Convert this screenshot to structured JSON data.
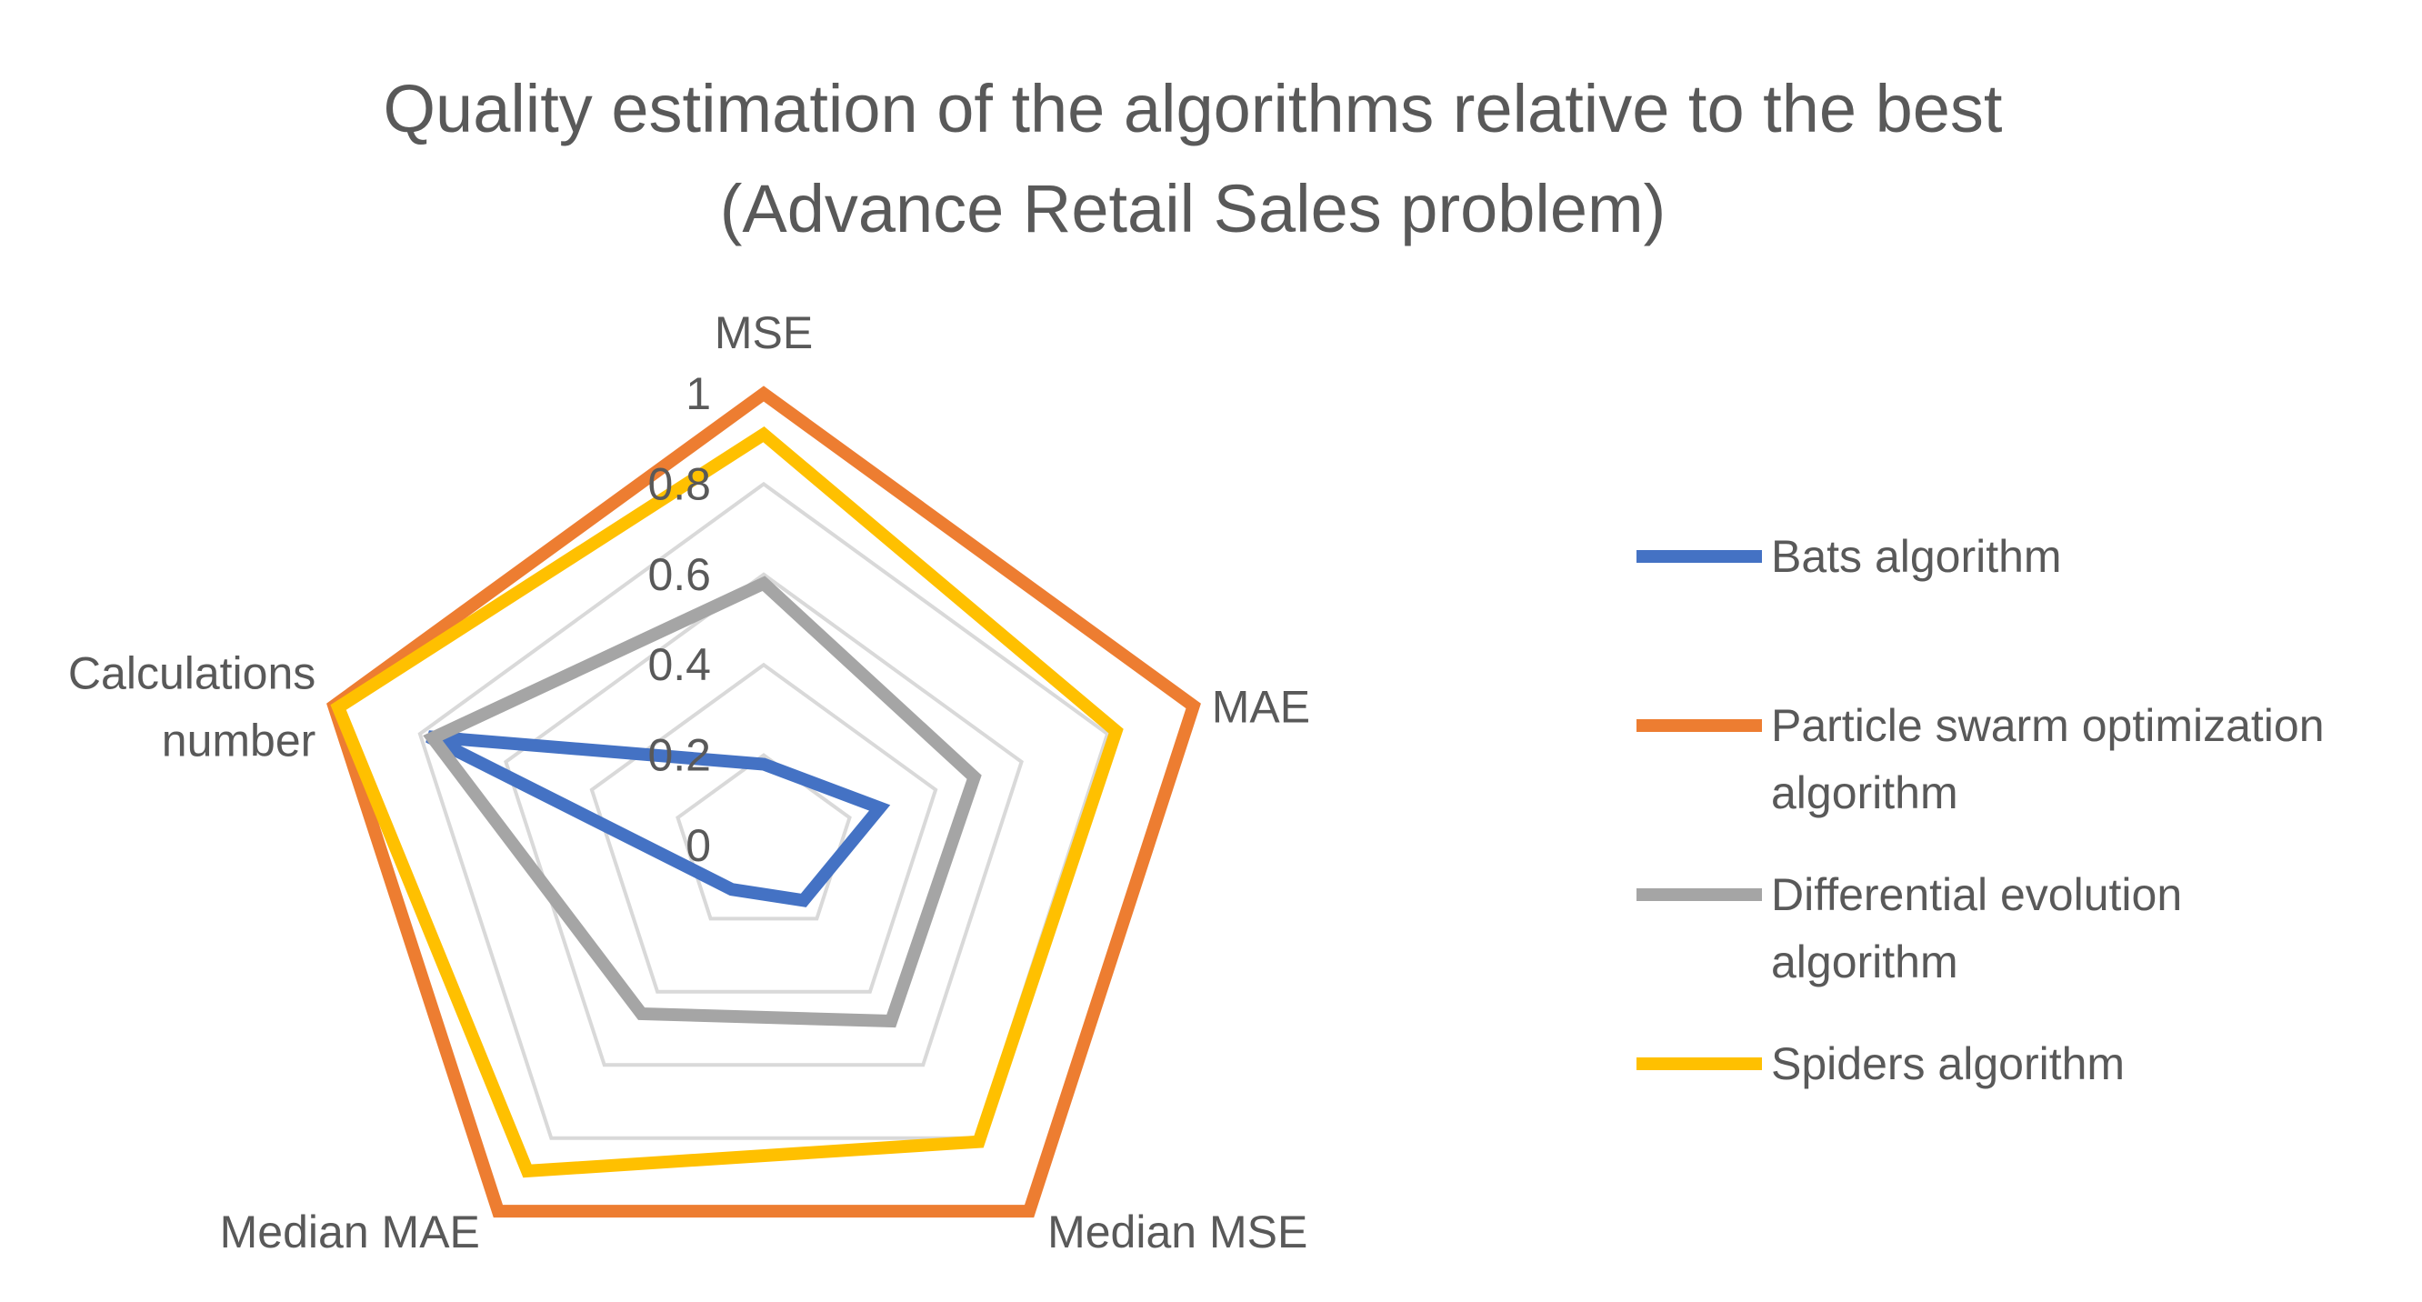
{
  "chart_data": {
    "type": "radar",
    "title_lines": [
      "Quality estimation of the algorithms relative to the best",
      "(Advance Retail Sales problem)"
    ],
    "axes": [
      "MSE",
      "MAE",
      "Median MSE",
      "Median MAE",
      "Calculations number"
    ],
    "axis_label_lines": [
      [
        "MSE"
      ],
      [
        "MAE"
      ],
      [
        "Median MSE"
      ],
      [
        "Median MAE"
      ],
      [
        "Calculations",
        "number"
      ]
    ],
    "rlim": [
      0,
      1
    ],
    "r_ticks": [
      "0",
      "0.2",
      "0.4",
      "0.6",
      "0.8",
      "1"
    ],
    "grid": true,
    "legend_position": "right",
    "series": [
      {
        "name": "Bats algorithm",
        "name_lines": [
          "Bats algorithm"
        ],
        "color": "#4472C4",
        "values": [
          0.18,
          0.27,
          0.15,
          0.12,
          0.78
        ]
      },
      {
        "name": "Particle swarm optimization algorithm",
        "name_lines": [
          "Particle swarm optimization",
          "algorithm"
        ],
        "color": "#ED7D31",
        "values": [
          1.0,
          1.0,
          1.0,
          1.0,
          1.0
        ]
      },
      {
        "name": "Differential evolution algorithm",
        "name_lines": [
          "Differential evolution",
          "algorithm"
        ],
        "color": "#A5A5A5",
        "values": [
          0.58,
          0.49,
          0.48,
          0.46,
          0.77
        ]
      },
      {
        "name": "Spiders algorithm",
        "name_lines": [
          "Spiders algorithm"
        ],
        "color": "#FFC000",
        "values": [
          0.91,
          0.82,
          0.81,
          0.89,
          0.99
        ]
      }
    ]
  }
}
